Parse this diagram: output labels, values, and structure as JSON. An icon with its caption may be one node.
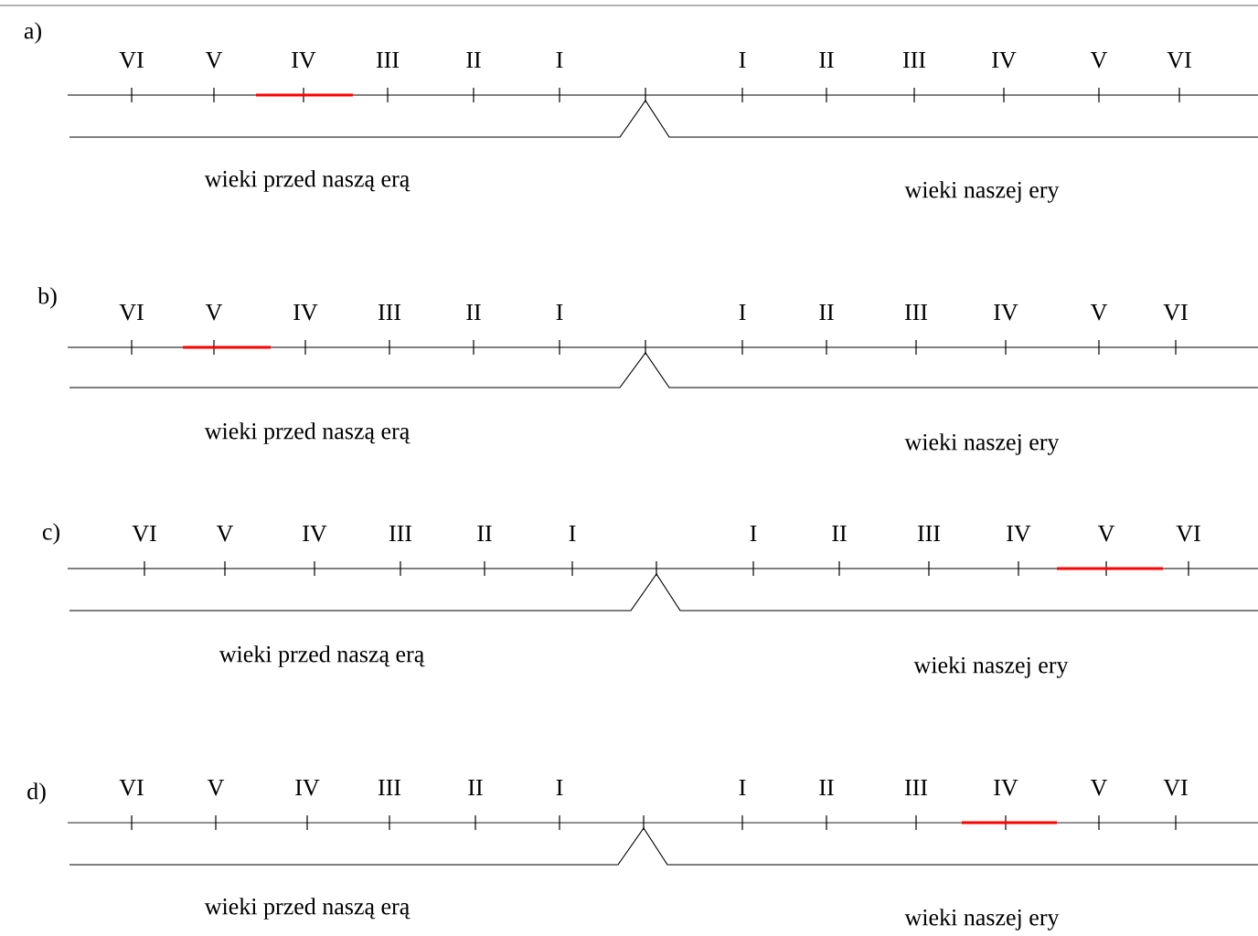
{
  "diagram": {
    "labels": [
      "a)",
      "VI",
      "V",
      "IV",
      "III",
      "II",
      "I",
      "I",
      "II",
      "III",
      "IV",
      "V",
      "VI",
      "wieki przed naszą erą",
      "wieki naszej ery",
      "b)",
      "VI",
      "V",
      "IV",
      "III",
      "II",
      "I",
      "I",
      "II",
      "III",
      "IV",
      "V",
      "VI",
      "wieki przed naszą erą",
      "wieki naszej ery",
      "c)",
      "VI",
      "V",
      "IV",
      "III",
      "II",
      "I",
      "I",
      "II",
      "III",
      "IV",
      "V",
      "VI",
      "wieki przed naszą erą",
      "wieki naszej ery",
      "d)",
      "VI",
      "V",
      "IV",
      "III",
      "II",
      "I",
      "I",
      "II",
      "III",
      "IV",
      "V",
      "VI",
      "wieki przed naszą erą",
      "wieki naszej ery"
    ]
  }
}
